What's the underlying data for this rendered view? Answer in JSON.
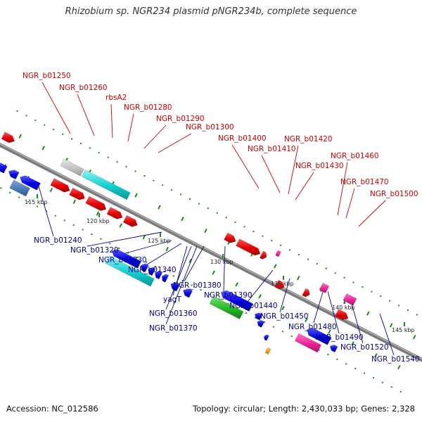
{
  "title": "Rhizobium sp. NGR234 plasmid pNGR234b, complete sequence",
  "accession": "Accession: NC_012586",
  "topology": "Topology: circular; Length: 2,430,033 bp; Genes: 2,328",
  "colors": {
    "backbone": "#7a7a7a",
    "forward_label": "#cc0000",
    "reverse_label": "#00008b",
    "scale_tick": "#1a8c1a",
    "gene_red": "#ee0000",
    "gene_blue": "#0000ee",
    "gene_cyan": "#00cccc",
    "gene_green": "#22bb22",
    "gene_grey": "#c4c4c4",
    "gene_magenta": "#ee2299",
    "gene_olive": "#7a8a10",
    "gene_steel": "#4a7ab8",
    "gene_orange": "#ff9900"
  },
  "scale_labels": [
    "115 kbp",
    "120 kbp",
    "125 kbp",
    "130 kbp",
    "135 kbp",
    "140 kbp",
    "145 kbp"
  ],
  "forward_labels": [
    "NGR_b01250",
    "NGR_b01260",
    "rbsA2",
    "NGR_b01280",
    "NGR_b01290",
    "NGR_b01300",
    "NGR_b01400",
    "NGR_b01410",
    "NGR_b01420",
    "NGR_b01430",
    "NGR_b01460",
    "NGR_b01470",
    "NGR_b01500"
  ],
  "reverse_labels": [
    "NGR_b01240",
    "NGR_b01320",
    "NGR_b01330",
    "NGR_b01340",
    "NGR_b01380",
    "yagT",
    "NGR_b01360",
    "NGR_b01370",
    "NGR_b01390",
    "NGR_b01440",
    "NGR_b01450",
    "NGR_b01480",
    "NGR_b01490",
    "NGR_b01520",
    "NGR_b01540"
  ]
}
